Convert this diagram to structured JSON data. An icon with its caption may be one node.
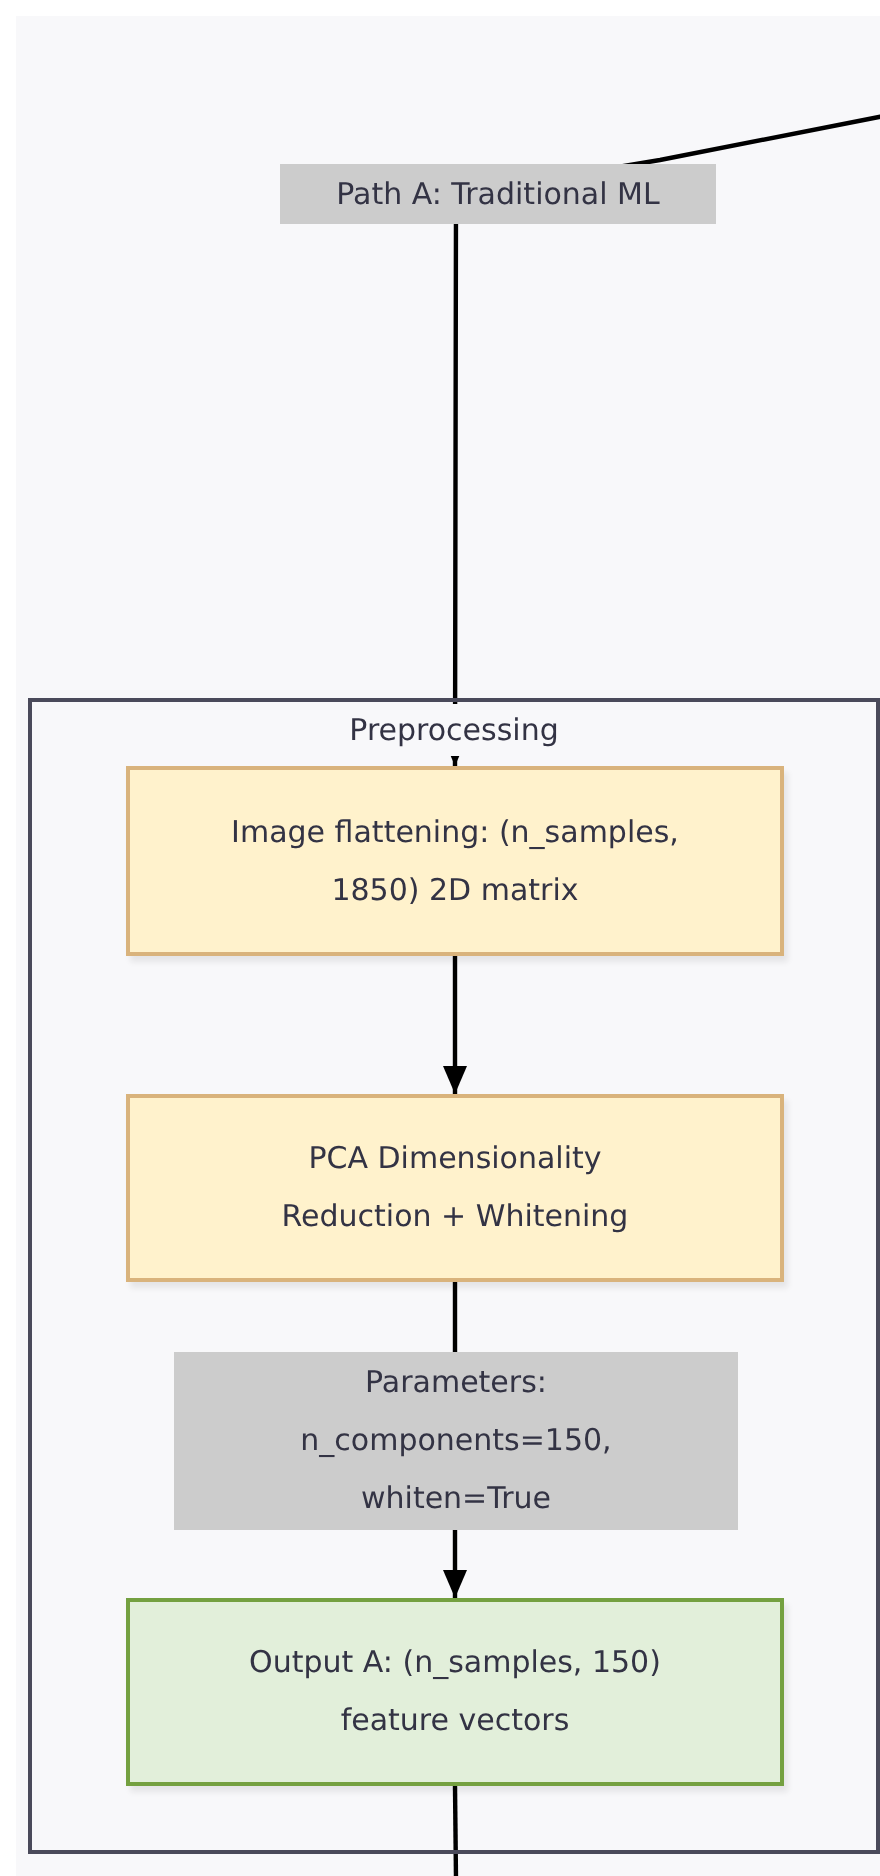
{
  "diagram": {
    "nodes": [
      {
        "text": [
          "Preprocessing"
        ]
      },
      {
        "text": [
          "Image flattening: (n_samples, 1850) 2D matrix"
        ],
        "in": 0
      },
      {
        "text": [
          "PCA Dimensionality Reduction + Whitening"
        ],
        "in": 0
      },
      {
        "text": [
          "Output A: (n_samples, 150) feature vectors"
        ],
        "in": 0
      }
    ],
    "edges": [
      {
        "from": null,
        "to": 1,
        "arrow": "to",
        "label": "Path A: Traditional ML"
      },
      {
        "from": 1,
        "to": 2,
        "arrow": "to"
      },
      {
        "from": 2,
        "to": 3,
        "arrow": "to",
        "label": "Parameters: n_components=150, whiten=True"
      },
      {
        "from": 3,
        "to": null,
        "arrow": "none"
      }
    ]
  }
}
